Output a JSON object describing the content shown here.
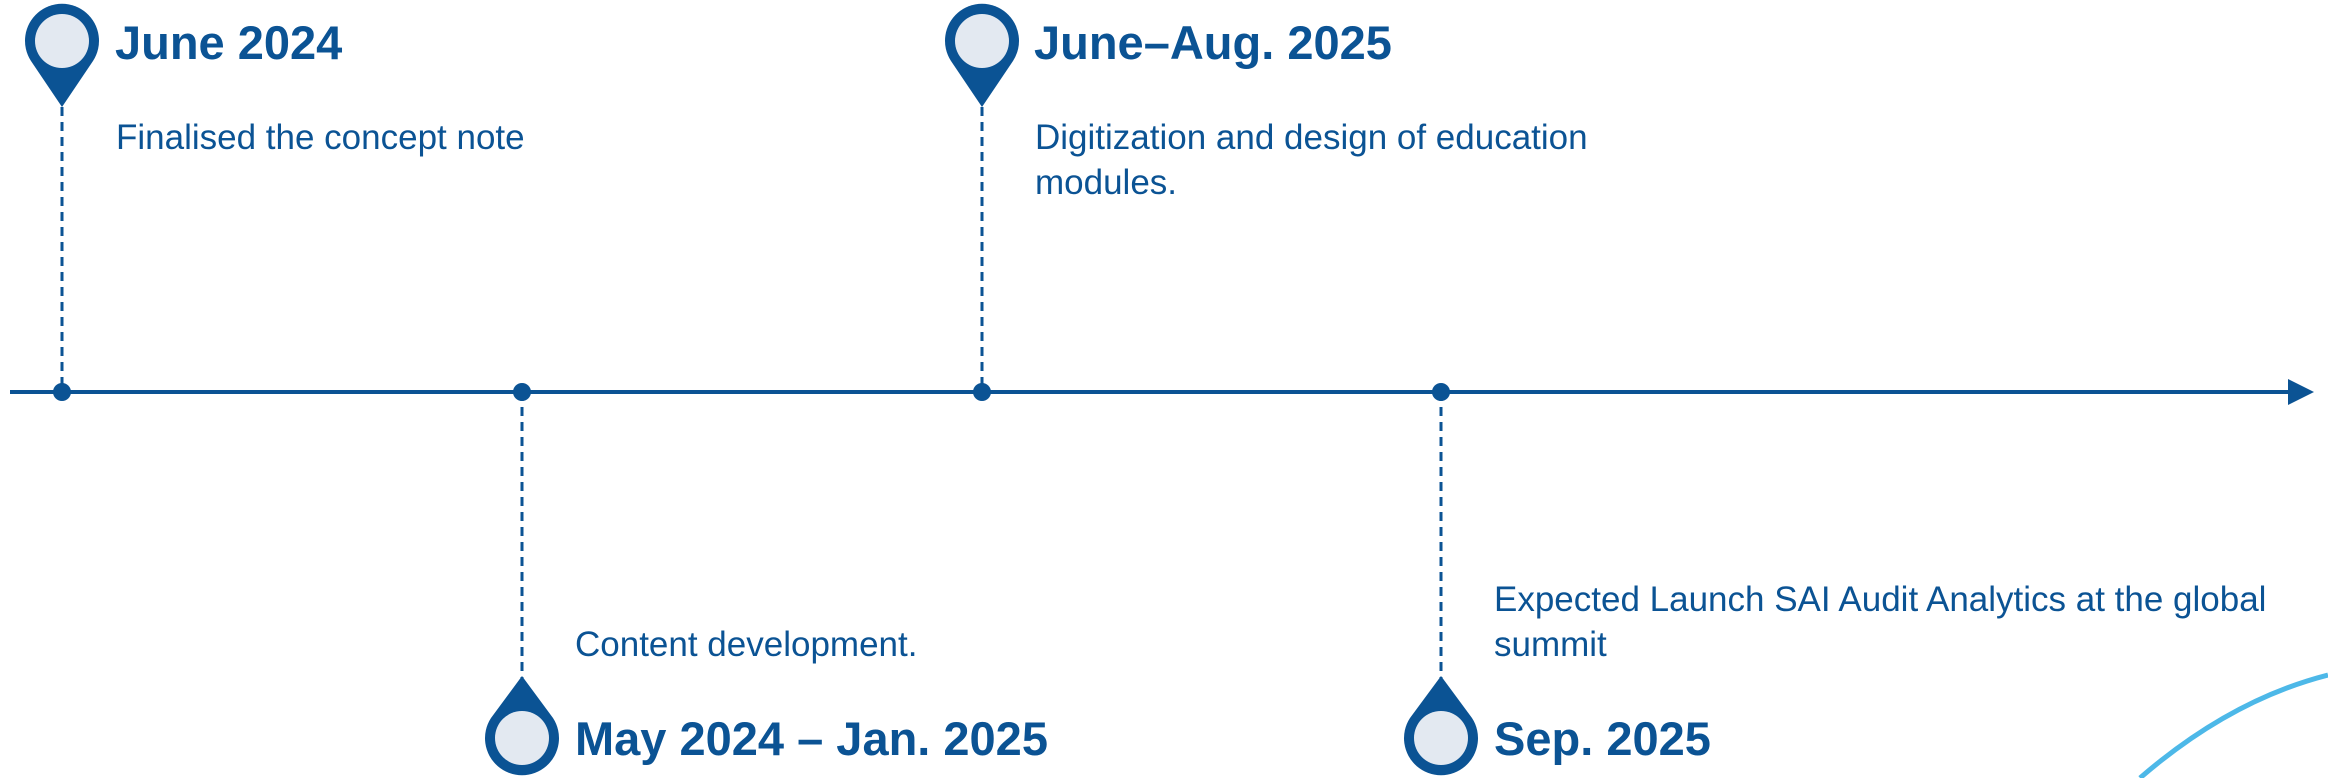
{
  "colors": {
    "primary": "#0b5394",
    "pin_fill": "#e3e9f1",
    "accent_arc": "#4db8e8"
  },
  "milestones": [
    {
      "id": "m1",
      "title": "June 2024",
      "description": "Finalised the concept note",
      "position": "above"
    },
    {
      "id": "m2",
      "title": "May 2024 – Jan. 2025",
      "description": "Content development.",
      "position": "below"
    },
    {
      "id": "m3",
      "title": "June–Aug. 2025",
      "description": "Digitization and design of education modules.",
      "position": "above"
    },
    {
      "id": "m4",
      "title": "Sep. 2025",
      "description": "Expected Launch SAI Audit Analytics at the global summit",
      "position": "below"
    }
  ]
}
